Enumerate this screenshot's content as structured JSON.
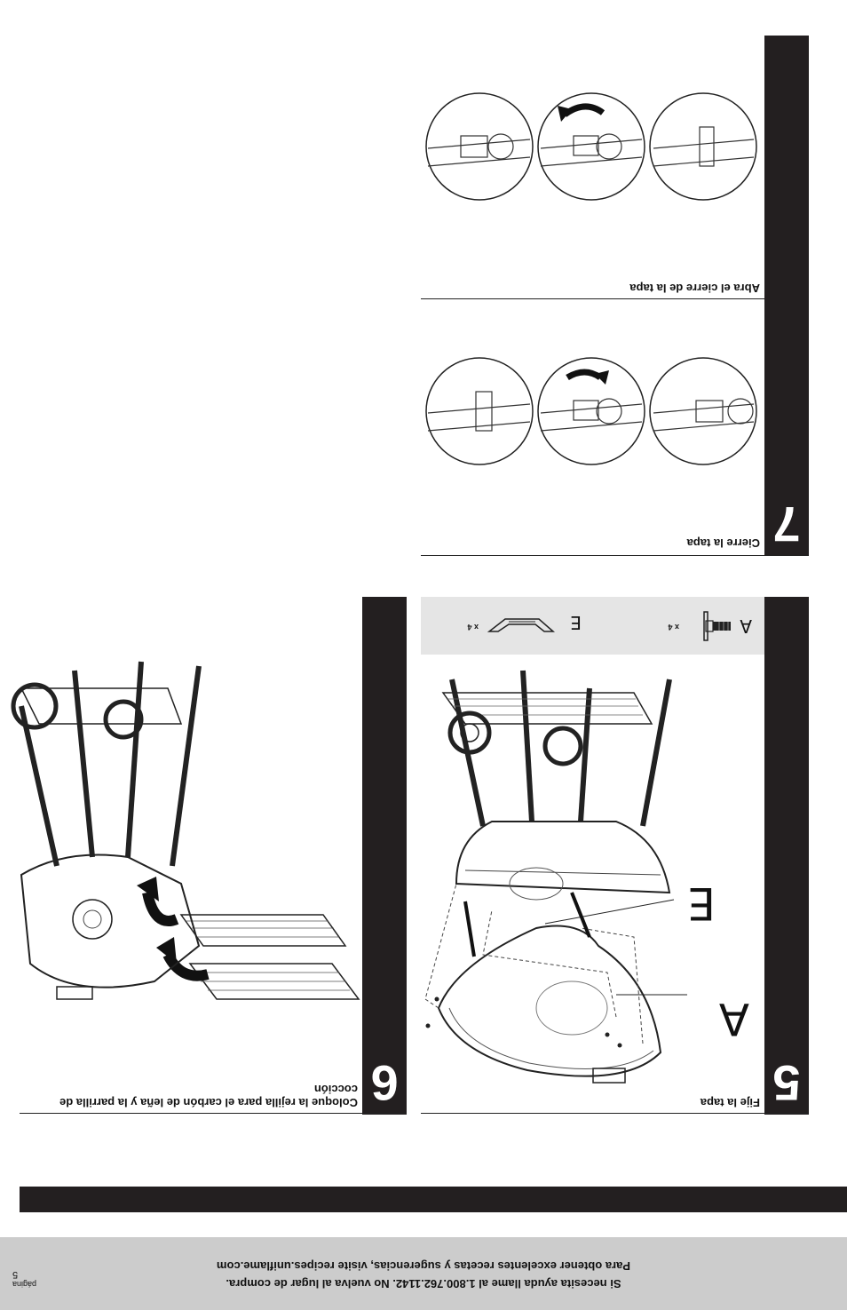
{
  "page": {
    "label": "página",
    "number": "5"
  },
  "footer": {
    "line1": "Si necesita ayuda llame al 1.800.762.1142. No vuelva al lugar de compra.",
    "line2": "Para obtener excelentes recetas y sugerencias, visite recipes.uniflame.com"
  },
  "steps": {
    "step5": {
      "number": "5",
      "caption": "Fije la tapa",
      "parts": [
        {
          "letter": "A",
          "qty": "x 4",
          "icon": "bolt-icon"
        },
        {
          "letter": "E",
          "qty": "x 4",
          "icon": "lid-hinge-icon"
        }
      ],
      "callouts": [
        "A",
        "E"
      ]
    },
    "step6": {
      "number": "6",
      "caption_line1": "Coloque la rejilla para el carbón de leña y la parrilla de",
      "caption_line2": "cocción"
    },
    "step7": {
      "number": "7",
      "caption_close": "Cierre la tapa",
      "caption_open": "Abra el cierre de la tapa"
    }
  }
}
